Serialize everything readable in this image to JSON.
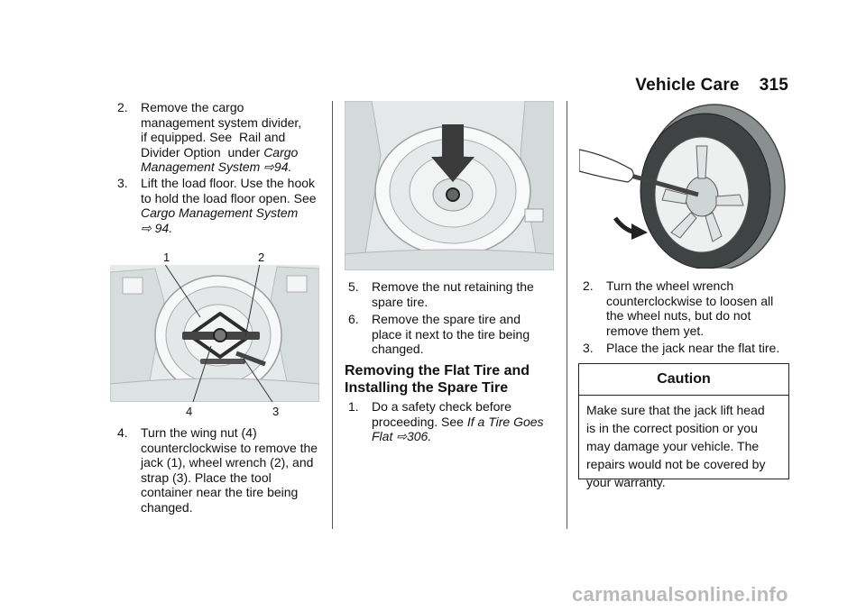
{
  "header": {
    "section": "Vehicle Care",
    "page": "315"
  },
  "col1": {
    "step2": {
      "num": "2.",
      "line1": "Remove the cargo",
      "line2": "management system divider,",
      "line3": "if equipped. See  Rail and",
      "line4a": "Divider Option  under ",
      "line4b": "Cargo",
      "line5a": "Management System ",
      "ref": "⇨",
      "line5b": "94",
      "period": "."
    },
    "step3": {
      "num": "3.",
      "line1": "Lift the load floor. Use the hook",
      "line2": "to hold the load floor open. See",
      "line3": "Cargo Management System",
      "ref": "⇨",
      "page_ref": "94",
      "period": "."
    },
    "figure_callouts": {
      "c1": "1",
      "c2": "2",
      "c3": "3",
      "c4": "4"
    },
    "step4": {
      "num": "4.",
      "line1": "Turn the wing nut (4)",
      "line2": "counterclockwise to remove the",
      "line3": "jack (1), wheel wrench (2), and",
      "line4": "strap (3). Place the tool",
      "line5": "container near the tire being",
      "line6": "changed."
    }
  },
  "col2": {
    "step5": {
      "num": "5.",
      "line1": "Remove the nut retaining the",
      "line2": "spare tire."
    },
    "step6": {
      "num": "6.",
      "line1": "Remove the spare tire and",
      "line2": "place it next to the tire being",
      "line3": "changed."
    },
    "section_title_1": "Removing the Flat Tire and",
    "section_title_2": "Installing the Spare Tire",
    "step1": {
      "num": "1.",
      "line1": "Do a safety check before",
      "line2a": "proceeding. See ",
      "line2b": "If a Tire Goes",
      "line3a": "Flat ",
      "ref": "⇨",
      "line3b": "306",
      "period": "."
    }
  },
  "col3": {
    "step2": {
      "num": "2.",
      "line1": "Turn the wheel wrench",
      "line2": "counterclockwise to loosen all",
      "line3": "the wheel nuts, but do not",
      "line4": "remove them yet."
    },
    "step3": {
      "num": "3.",
      "line1": "Place the jack near the flat tire."
    },
    "caution": {
      "title": "Caution",
      "line1": "Make sure that the jack lift head",
      "line2": "is in the correct position or you",
      "line3": "may damage your vehicle. The",
      "line4": "repairs would not be covered by",
      "line5": "your warranty."
    }
  },
  "watermark": "carmanualsonline.info"
}
